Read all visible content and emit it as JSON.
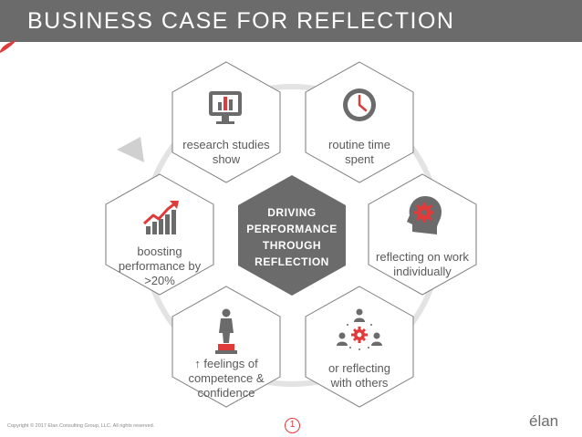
{
  "header": {
    "title": "BUSINESS CASE FOR REFLECTION"
  },
  "center": {
    "lines": [
      "DRIVING",
      "PERFORMANCE",
      "THROUGH",
      "REFLECTION"
    ]
  },
  "hexes": {
    "research": {
      "lines": [
        "research studies",
        "show"
      ],
      "icon": "monitor-chart-icon"
    },
    "routine": {
      "lines": [
        "routine time",
        "spent"
      ],
      "icon": "clock-icon"
    },
    "boosting": {
      "lines": [
        "boosting",
        "performance by",
        ">20%"
      ],
      "icon": "rising-bar-chart-icon"
    },
    "individual": {
      "lines": [
        "reflecting on work",
        "individually"
      ],
      "icon": "head-gear-icon"
    },
    "competence": {
      "lines": [
        "↑ feelings of",
        "competence &",
        "confidence"
      ],
      "icon": "person-podium-icon"
    },
    "others": {
      "lines": [
        "or reflecting",
        "with others"
      ],
      "icon": "group-gear-icon"
    }
  },
  "footer": {
    "copyright": "Copyright © 2017 Elan Consulting Group, LLC. All rights reserved.",
    "page_number": "1",
    "logo": "élan"
  },
  "colors": {
    "accent": "#e03a3a",
    "header_bg": "#6b6b6b",
    "center_hex": "#6b6b6b",
    "icon_gray": "#6b6b6b"
  }
}
